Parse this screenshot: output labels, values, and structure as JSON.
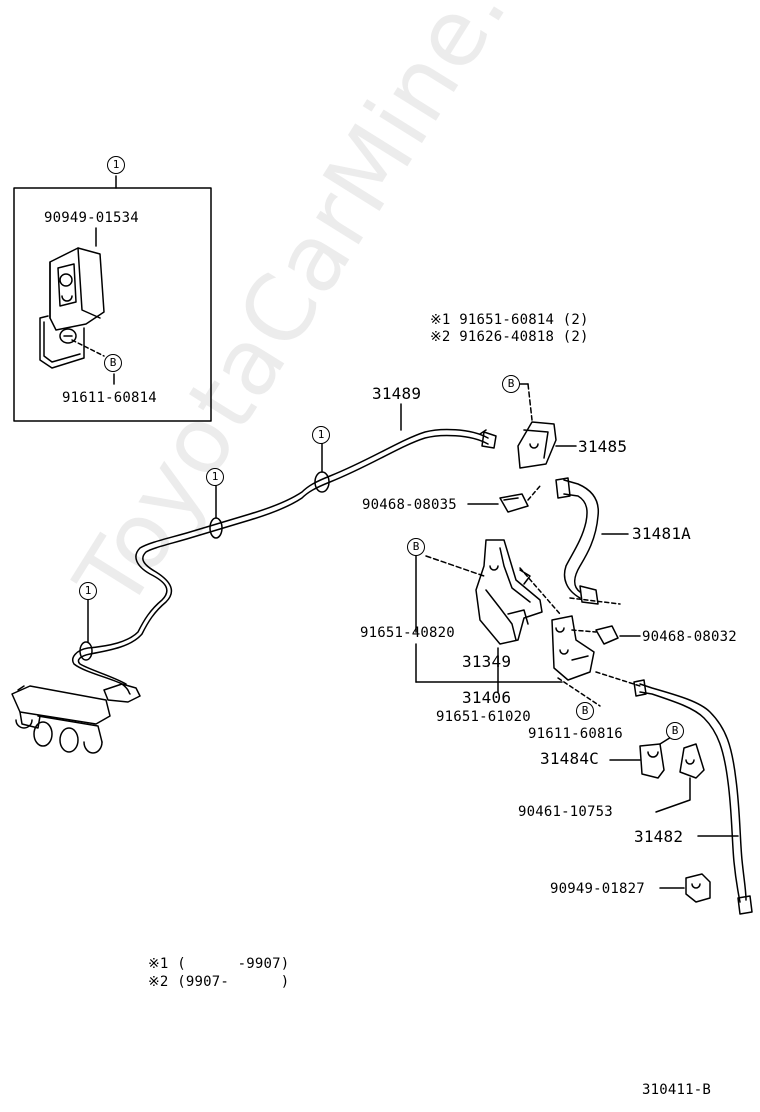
{
  "diagram": {
    "inset": {
      "callout": "1",
      "part_top": "90949-01534",
      "part_bottom": "91611-60814",
      "bolt_marker": "B"
    },
    "callout_one": "1",
    "marker_b": "B",
    "parts": {
      "p31489": "31489",
      "p31485": "31485",
      "p31481a": "31481A",
      "p90468_08035": "90468-08035",
      "p90468_08032": "90468-08032",
      "p91651_40820": "91651-40820",
      "p31349": "31349",
      "p31406": "31406",
      "p91651_61020": "91651-61020",
      "p91611_60816": "91611-60816",
      "p31484c": "31484C",
      "p90461_10753": "90461-10753",
      "p31482": "31482",
      "p90949_01827": "90949-01827"
    },
    "variant_note_1": "※1 91651-60814 (2)",
    "variant_note_2": "※2 91626-40818 (2)",
    "legend": {
      "line1": "※1 (      -9907)",
      "line2": "※2 (9907-      )"
    },
    "diagram_code": "310411-B",
    "watermark": "ToyotaCarMine.ru"
  }
}
